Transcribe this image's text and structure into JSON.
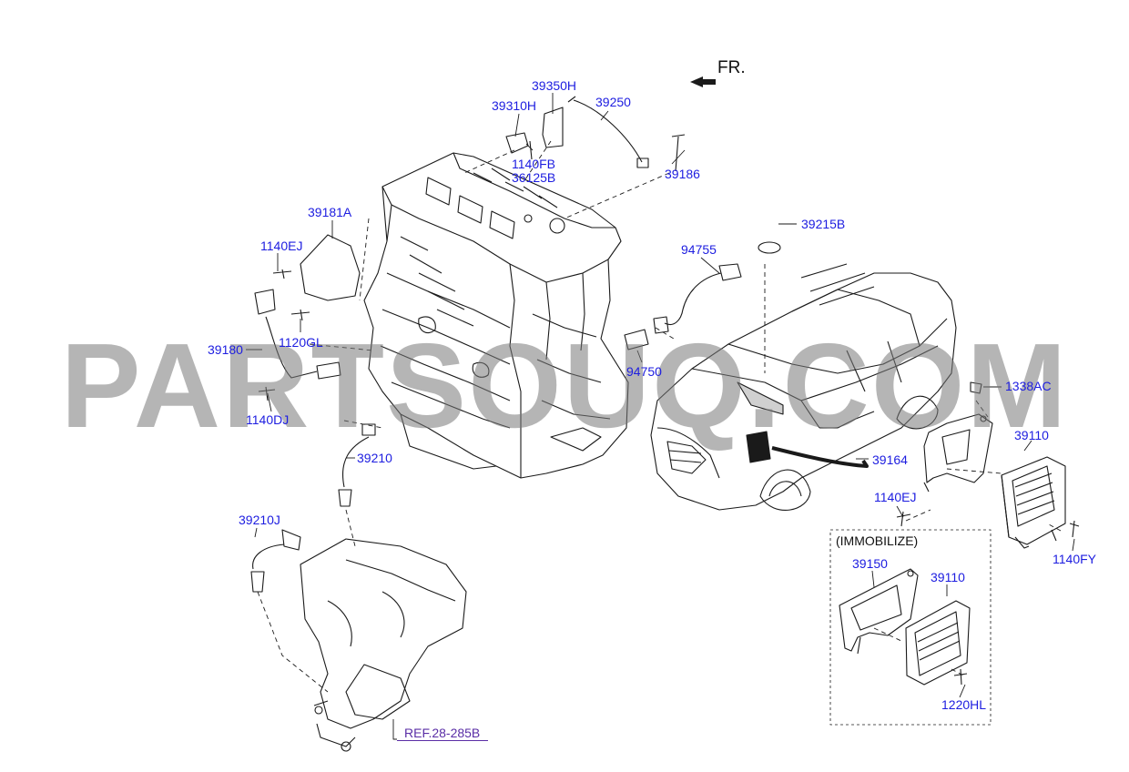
{
  "orientation_label": "FR.",
  "immobilizer_label": "(IMMOBILIZE)",
  "ref_label": "REF.28-285B",
  "watermark": "PARTSOUQ.COM",
  "colors": {
    "part_number": "#1d1de0",
    "ref_link": "#5a2ea6",
    "line": "#1a1a1a",
    "watermark": "#8c8c8c"
  },
  "parts": {
    "p39350H": "39350H",
    "p39310H": "39310H",
    "p39250": "39250",
    "p1140FB": "1140FB",
    "p36125B": "36125B",
    "p39186": "39186",
    "p39181A": "39181A",
    "p1140EJ_a": "1140EJ",
    "p94755": "94755",
    "p39215B": "39215B",
    "p39180": "39180",
    "p1120GL": "1120GL",
    "p94750": "94750",
    "p1338AC": "1338AC",
    "p1140DJ": "1140DJ",
    "p39110_a": "39110",
    "p39164": "39164",
    "p39210": "39210",
    "p1140EJ_b": "1140EJ",
    "p39210J": "39210J",
    "p1140FY": "1140FY",
    "p39150": "39150",
    "p39110_b": "39110",
    "p1220HL": "1220HL"
  }
}
